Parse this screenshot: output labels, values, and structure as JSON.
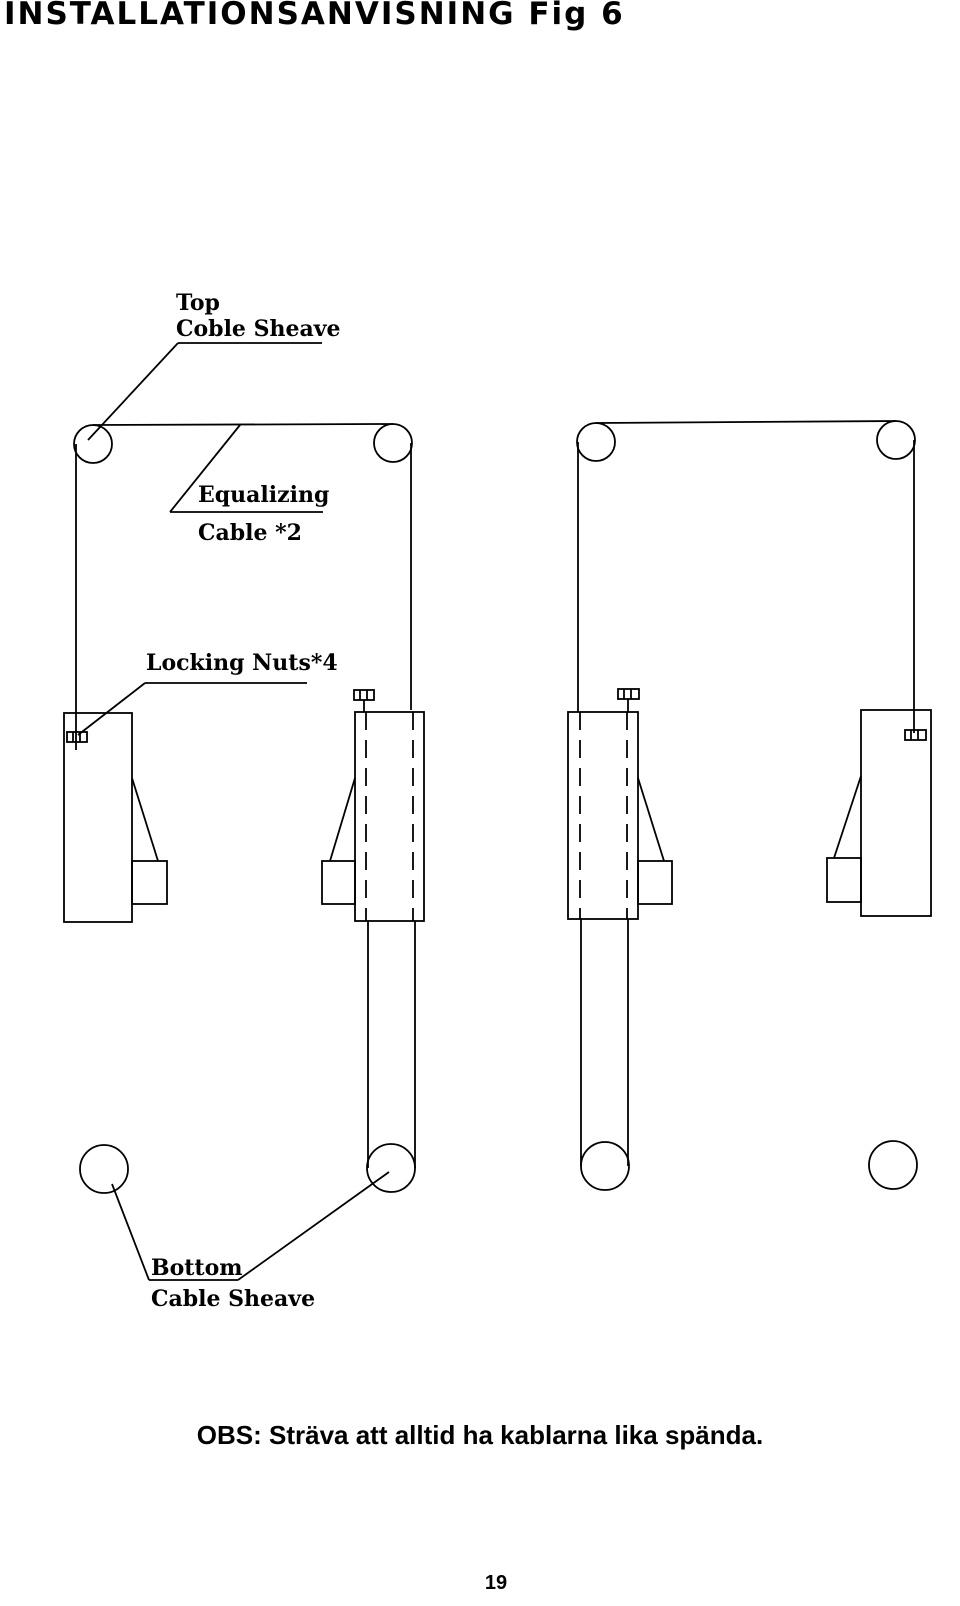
{
  "header": {
    "title": "INSTALLATIONSANVISNING Fig 6"
  },
  "diagram": {
    "labels": {
      "top_sheave_line1": "Top",
      "top_sheave_line2": "Coble Sheave",
      "equalizing_line1": "Equalizing",
      "equalizing_line2": "Cable *2",
      "locking_nuts": "Locking Nuts*4",
      "bottom_sheave_line1": "Bottom",
      "bottom_sheave_line2": "Cable Sheave"
    }
  },
  "footer": {
    "note": "OBS: Sträva att alltid ha kablarna lika spända.",
    "page_number": "19"
  }
}
